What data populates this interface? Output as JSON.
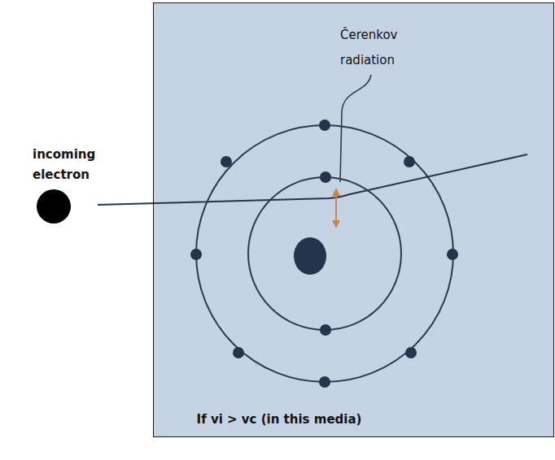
{
  "diagram": {
    "nodes": [
      {
        "text": [
          "If vi > vc (in this media)"
        ]
      }
    ],
    "labels": [
      "incoming electron",
      "Čerenkov radiation"
    ]
  }
}
